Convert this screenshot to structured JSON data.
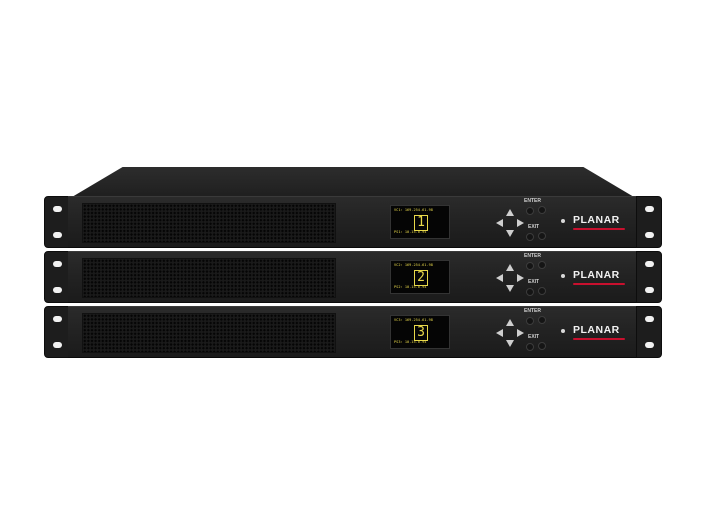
{
  "units": [
    {
      "unit_number": "1",
      "display_line_1": "VC1: 169.254.61.98",
      "display_line_2": "PS1: 10.15.0.94",
      "enter_label": "ENTER",
      "exit_label": "EXIT",
      "brand": "PLANAR"
    },
    {
      "unit_number": "2",
      "display_line_1": "VC2: 169.254.61.98",
      "display_line_2": "PS2: 10.15.0.94",
      "enter_label": "ENTER",
      "exit_label": "EXIT",
      "brand": "PLANAR"
    },
    {
      "unit_number": "3",
      "display_line_1": "VC3: 169.254.61.98",
      "display_line_2": "PS3: 10.15.0.94",
      "enter_label": "ENTER",
      "exit_label": "EXIT",
      "brand": "PLANAR"
    }
  ],
  "colors": {
    "chassis": "#222222",
    "display_text": "#e8d84a",
    "brand_accent": "#c8102e",
    "background": "#ffffff"
  },
  "icons": [
    "dpad-up-arrow-icon",
    "dpad-down-arrow-icon",
    "dpad-left-arrow-icon",
    "dpad-right-arrow-icon"
  ]
}
